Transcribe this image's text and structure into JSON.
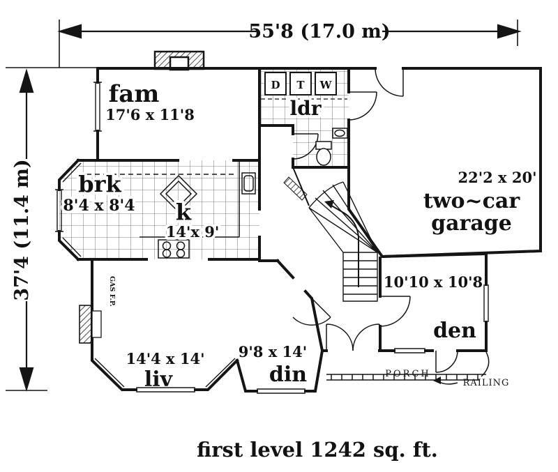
{
  "plan": {
    "caption": "first level 1242 sq. ft.",
    "dimensions": {
      "width": "55'8 (17.0 m)",
      "height": "37'4 (11.4 m)"
    },
    "rooms": {
      "fam": {
        "name": "fam",
        "size": "17'6 x 11'8"
      },
      "laundry": {
        "name": "ldr"
      },
      "breakfast": {
        "name": "brk",
        "size": "8'4 x 8'4"
      },
      "kitchen": {
        "name": "k",
        "size": "14'x 9'"
      },
      "garage": {
        "line1": "two~car",
        "line2": "garage",
        "size": "22'2 x 20'"
      },
      "den": {
        "name": "den",
        "size": "10'10 x 10'8"
      },
      "living": {
        "name": "liv",
        "size": "14'4 x 14'"
      },
      "dining": {
        "name": "din",
        "size": "9'8 x 14'"
      },
      "porch": {
        "name": "PORCH"
      }
    },
    "annotations": {
      "railing": "RAILING",
      "fireplace": "GAS F.P.",
      "appliances": [
        "D",
        "T",
        "W"
      ]
    }
  }
}
